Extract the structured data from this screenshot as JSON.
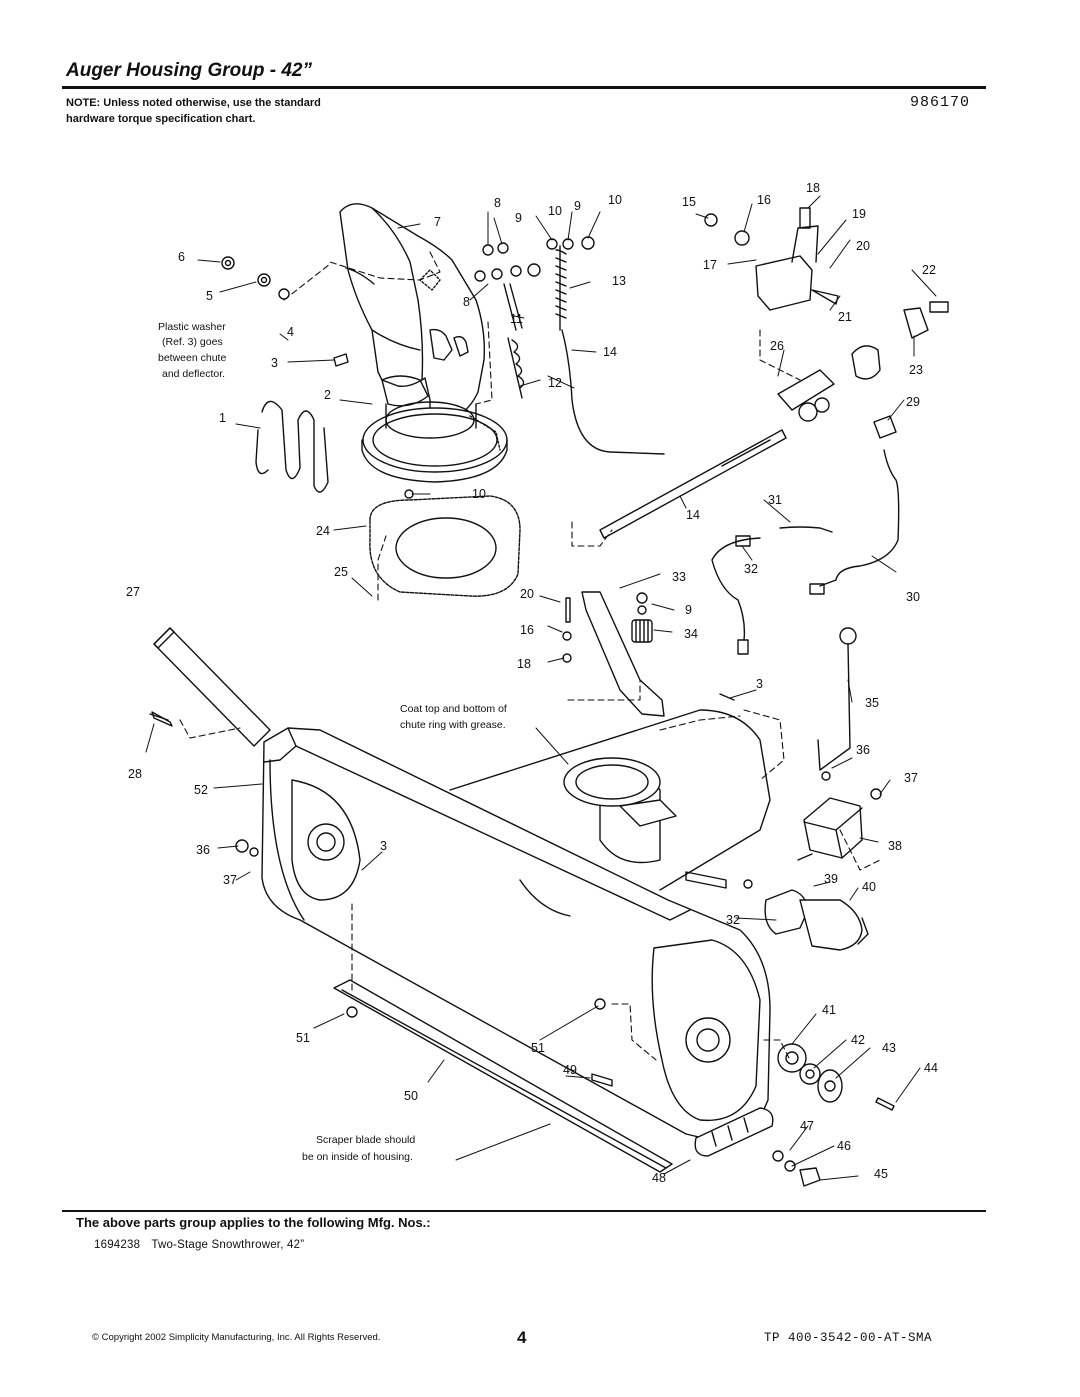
{
  "page": {
    "title": "Auger Housing Group - 42”",
    "diagram_number": "986170",
    "note": "NOTE: Unless noted otherwise, use the standard hardware torque specification chart."
  },
  "annotations": {
    "plastic_washer": [
      "Plastic washer",
      "(Ref. 3) goes",
      "between chute",
      "and deflector."
    ],
    "grease": [
      "Coat top and bottom of",
      "chute ring with grease."
    ],
    "scraper": [
      "Scraper blade should",
      "be on inside of housing."
    ]
  },
  "callouts": [
    "1",
    "2",
    "3",
    "4",
    "5",
    "6",
    "7",
    "8",
    "9",
    "10",
    "11",
    "12",
    "13",
    "14",
    "15",
    "16",
    "17",
    "18",
    "19",
    "20",
    "21",
    "22",
    "23",
    "24",
    "25",
    "26",
    "27",
    "28",
    "29",
    "30",
    "31",
    "32",
    "33",
    "34",
    "35",
    "36",
    "37",
    "38",
    "39",
    "40",
    "41",
    "42",
    "43",
    "44",
    "45",
    "46",
    "47",
    "48",
    "49",
    "50",
    "51",
    "52"
  ],
  "footer": {
    "applies_heading": "The above parts group applies to the following Mfg. Nos.:",
    "mfg_number": "1694238",
    "mfg_description": "Two-Stage Snowthrower, 42”",
    "copyright": "© Copyright 2002 Simplicity Manufacturing, Inc. All Rights Reserved.",
    "page_number": "4",
    "doc_code": "TP 400-3542-00-AT-SMA"
  }
}
